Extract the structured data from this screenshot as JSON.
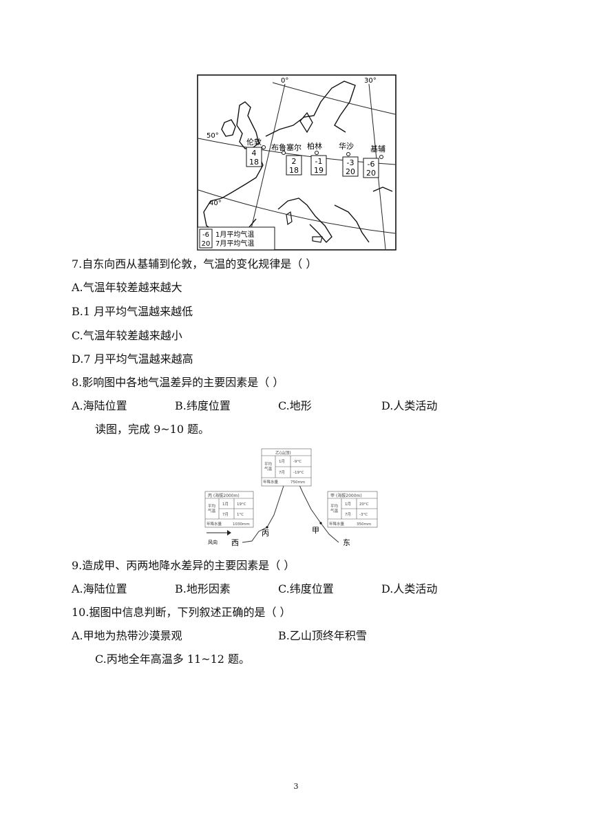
{
  "map": {
    "meridians": [
      "0°",
      "30°"
    ],
    "parallels": [
      "50°",
      "40°"
    ],
    "cities": [
      {
        "name": "伦敦",
        "jan": "4",
        "jul": "18"
      },
      {
        "name": "布鲁塞尔",
        "jan": "2",
        "jul": "18"
      },
      {
        "name": "柏林",
        "jan": "-1",
        "jul": "19"
      },
      {
        "name": "华沙",
        "jan": "-3",
        "jul": "20"
      },
      {
        "name": "基辅",
        "jan": "-6",
        "jul": "20"
      }
    ],
    "legend": {
      "sample_jan": "-6",
      "sample_jul": "20",
      "jan_label": "1月平均气温",
      "jul_label": "7月平均气温"
    }
  },
  "q7": {
    "stem": "7.自东向西从基辅到伦敦，气温的变化规律是（ ）",
    "a": "A.气温年较差越来越大",
    "b": "B.1 月平均气温越来越低",
    "c": "C.气温年较差越来越小",
    "d": "D.7 月平均气温越来越高"
  },
  "q8": {
    "stem": "8.影响图中各地气温差异的主要因素是（ ）",
    "a": "A.海陆位置",
    "b": "B.纬度位置",
    "c": "C.地形",
    "d": "D.人类活动"
  },
  "intro_9_10": "读图，完成 9~10 题。",
  "mountain": {
    "yi": {
      "title": "乙(山顶)",
      "avg_label_1": "平均",
      "avg_label_2": "气温",
      "m1": "1月",
      "v1": "-9°C",
      "m2": "7月",
      "v2": "-19°C",
      "precip_label": "年降水量",
      "precip": "750mm"
    },
    "bing": {
      "title": "丙 (海拔2000m)",
      "avg_label_1": "平均",
      "avg_label_2": "气温",
      "m1": "1月",
      "v1": "19°C",
      "m2": "7月",
      "v2": "1°C",
      "precip_label": "年降水量",
      "precip": "1030mm"
    },
    "jia": {
      "title": "甲 (海拔2000m)",
      "avg_label_1": "平均",
      "avg_label_2": "气温",
      "m1": "1月",
      "v1": "20°C",
      "m2": "7月",
      "v2": "-3°C",
      "precip_label": "年降水量",
      "precip": "350mm"
    },
    "point_yi": "乙",
    "point_bing": "丙",
    "point_jia": "甲",
    "wind_label": "风向",
    "west": "西",
    "east": "东"
  },
  "q9": {
    "stem": "9.造成甲、丙两地降水差异的主要因素是（ ）",
    "a": "A.海陆位置",
    "b": "B.地形因素",
    "c": "C.纬度位置",
    "d": "D.人类活动"
  },
  "q10": {
    "stem": "10.据图中信息判断，下列叙述正确的是（ ）",
    "a": "A.甲地为热带沙漠景观",
    "b": "B.乙山顶终年积雪",
    "c": "C.丙地全年高温多 11~12 题。"
  },
  "page_number": "3"
}
